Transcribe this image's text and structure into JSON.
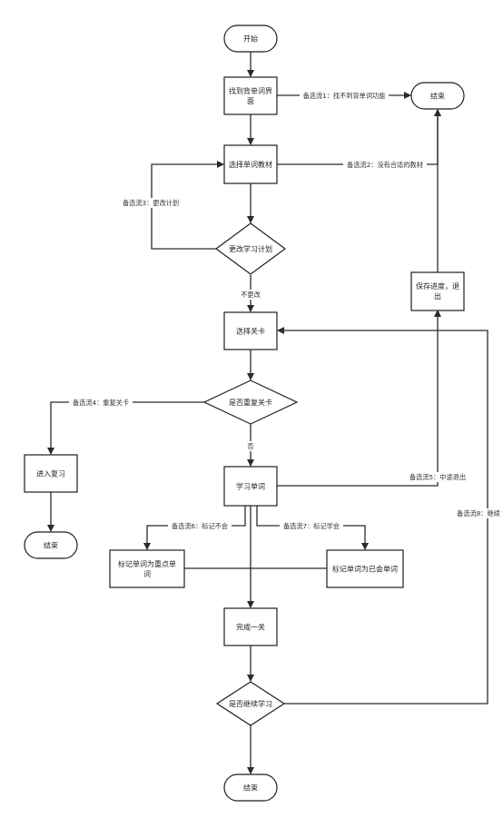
{
  "nodes": {
    "start": "开始",
    "find_ui": [
      "找到背单词界",
      "面"
    ],
    "end_top": "结束",
    "choose_book": "选择单词教材",
    "change_plan": "更改学习计划",
    "save_exit": [
      "保存进度，退",
      "出"
    ],
    "choose_level": "选择关卡",
    "repeat_level": "是否重复关卡",
    "enter_review": "进入复习",
    "end_left": "结束",
    "learn_words": "学习单词",
    "mark_key": [
      "标记单词为重点单",
      "词"
    ],
    "mark_known": "标记单词为已会单词",
    "finish_level": "完成一关",
    "continue_learning": "是否继续学习",
    "end_bottom": "结束"
  },
  "edge_labels": {
    "alt1": "备选流1：找不到背单词功能",
    "alt2": "备选流2：没有合适的教材",
    "alt3": "备选流3：更改计划",
    "no_change": "不更改",
    "alt4": "备选流4：重复关卡",
    "no": "否",
    "alt5": "备选流5：中途退出",
    "alt6": "备选流6：标记不会",
    "alt7": "备选流7：标记学会",
    "alt8": "备选流8：继续"
  }
}
